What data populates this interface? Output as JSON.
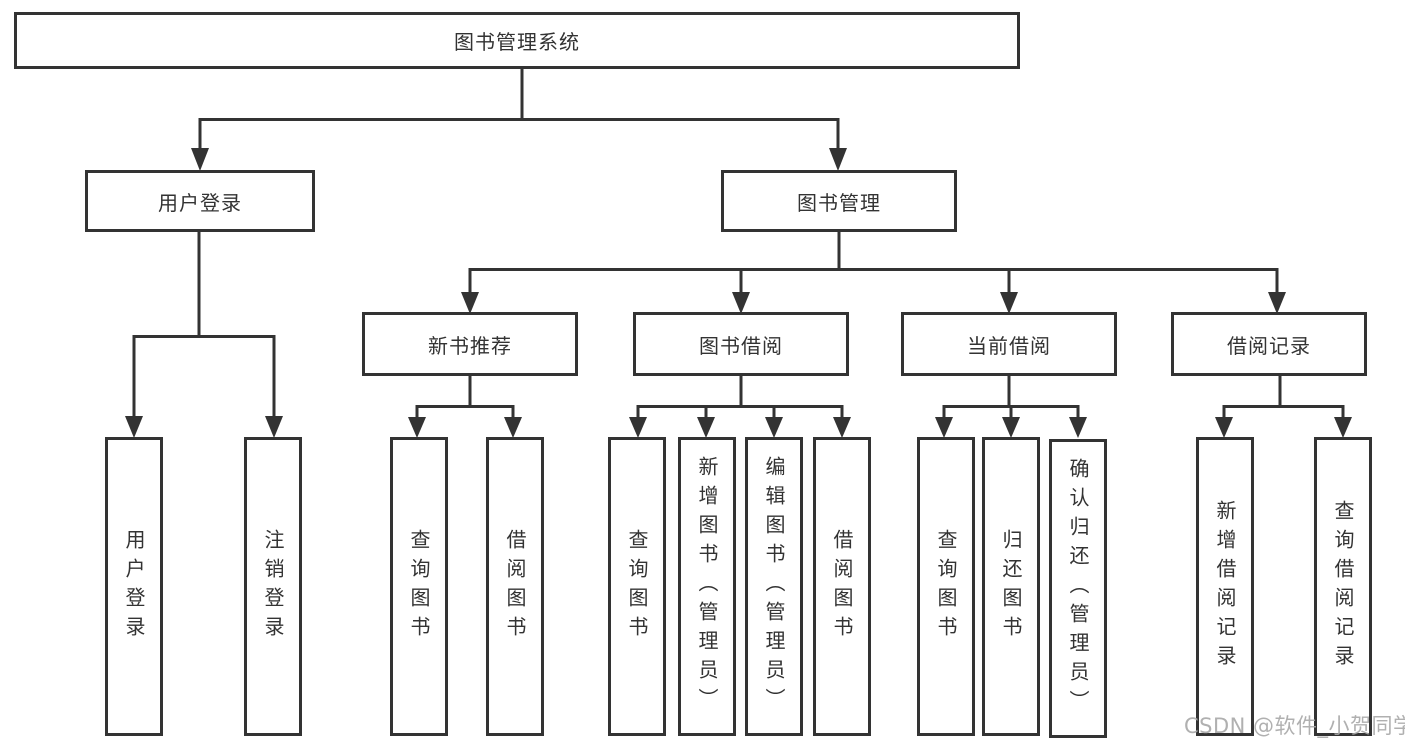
{
  "diagram": {
    "title": "图书管理系统",
    "tree": {
      "root": {
        "label": "图书管理系统"
      },
      "branches": [
        {
          "label": "用户登录",
          "children": [
            {
              "label": "用户登录"
            },
            {
              "label": "注销登录"
            }
          ]
        },
        {
          "label": "图书管理",
          "sections": [
            {
              "label": "新书推荐",
              "children": [
                {
                  "label": "查询图书"
                },
                {
                  "label": "借阅图书"
                }
              ]
            },
            {
              "label": "图书借阅",
              "children": [
                {
                  "label": "查询图书"
                },
                {
                  "label": "新增图书（管理员）"
                },
                {
                  "label": "编辑图书（管理员）"
                },
                {
                  "label": "借阅图书"
                }
              ]
            },
            {
              "label": "当前借阅",
              "children": [
                {
                  "label": "查询图书"
                },
                {
                  "label": "归还图书"
                },
                {
                  "label": "确认归还（管理员）"
                }
              ]
            },
            {
              "label": "借阅记录",
              "children": [
                {
                  "label": "新增借阅记录"
                },
                {
                  "label": "查询借阅记录"
                }
              ]
            }
          ]
        }
      ]
    },
    "colors": {
      "line": "#333333",
      "border": "#333333",
      "text": "#333333",
      "background": "#ffffff",
      "watermark": "#a8a8a8"
    },
    "watermark": {
      "text": "CSDN @软件_小贺同学"
    }
  }
}
